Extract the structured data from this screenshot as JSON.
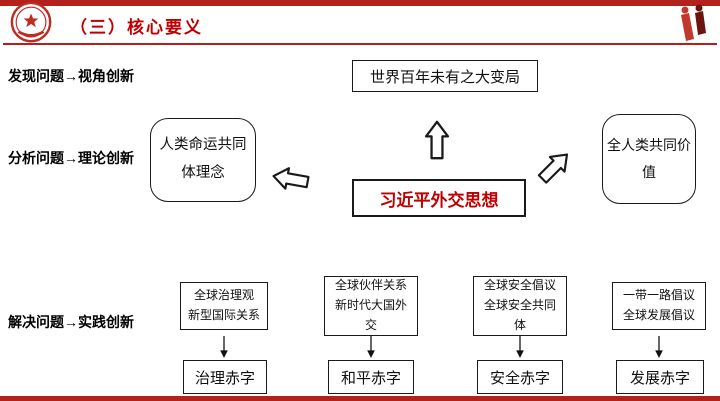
{
  "header": {
    "title": "（三）核心要义"
  },
  "left_labels": [
    "发现问题→视角创新",
    "分析问题→理论创新",
    "解决问题→实践创新"
  ],
  "diagram": {
    "top_box": "世界百年未有之大变局",
    "left_box": "人类命运共同\n体理念",
    "right_box": "全人类共同价\n值",
    "center_box": "习近平外交思想",
    "columns": [
      {
        "top": "全球治理观\n新型国际关系",
        "bottom": "治理赤字"
      },
      {
        "top": "全球伙伴关系\n新时代大国外\n交",
        "bottom": "和平赤字"
      },
      {
        "top": "全球安全倡议\n全球安全共同\n体",
        "bottom": "安全赤字"
      },
      {
        "top": "一带一路倡议\n全球发展倡议",
        "bottom": "发展赤字"
      }
    ]
  },
  "colors": {
    "accent_red": "#b3211c",
    "title_red": "#c00000"
  }
}
